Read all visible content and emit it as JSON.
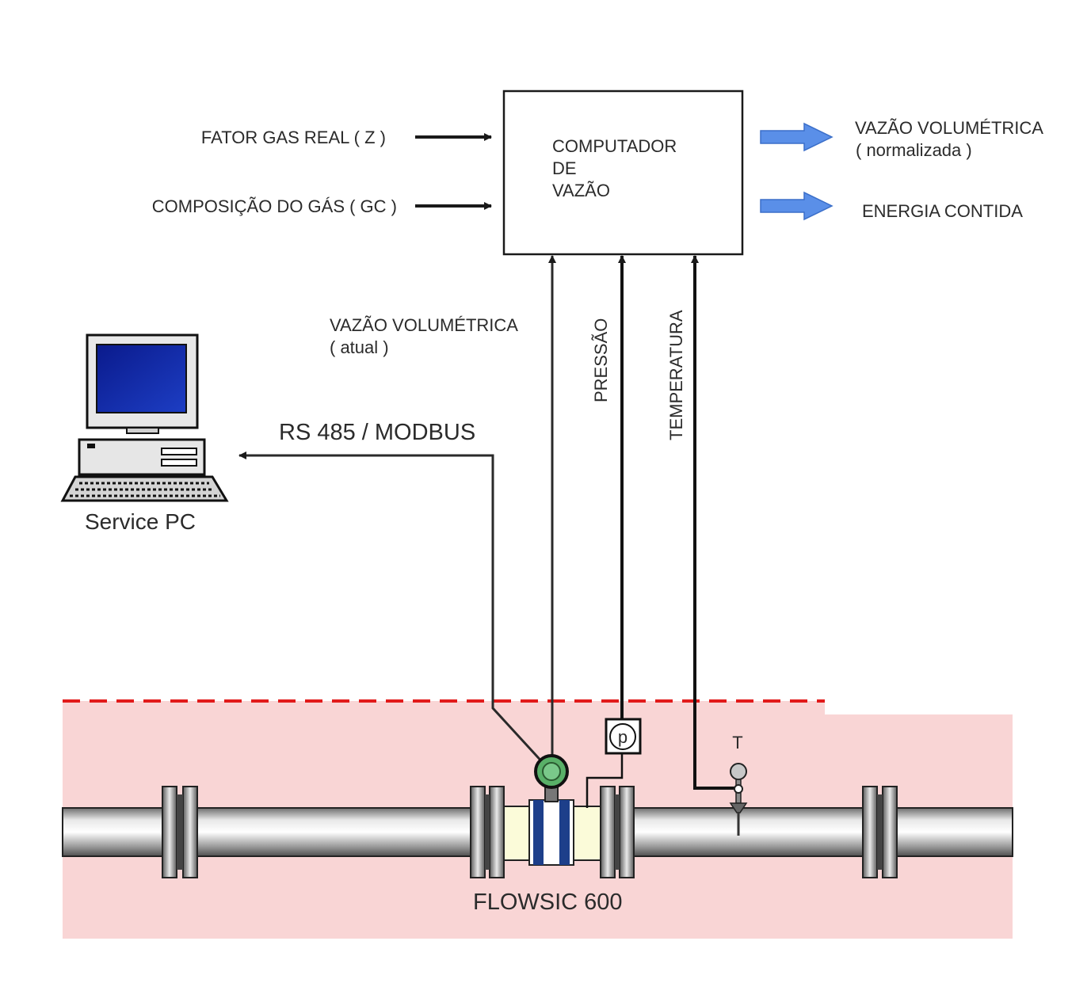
{
  "computer_box": {
    "line1": "COMPUTADOR",
    "line2": "DE",
    "line3": "VAZÃO"
  },
  "inputs": {
    "gas_factor": "FATOR GAS REAL ( Z )",
    "gas_composition": "COMPOSIÇÃO DO GÁS ( GC )"
  },
  "outputs": {
    "volumetric_flow_line1": "VAZÃO VOLUMÉTRICA",
    "volumetric_flow_line2": "( normalizada )",
    "energy": "ENERGIA CONTIDA"
  },
  "signals": {
    "actual_flow_line1": "VAZÃO  VOLUMÉTRICA",
    "actual_flow_line2": "( atual )",
    "pressure": "PRESSÃO",
    "temperature": "TEMPERATURA",
    "comm": "RS 485 / MODBUS"
  },
  "devices": {
    "service_pc": "Service PC",
    "meter": "FLOWSIC 600",
    "pressure_symbol": "p",
    "temperature_symbol": "T"
  },
  "colors": {
    "hazard_zone": "#f9d5d5",
    "hazard_line": "#e21b1b",
    "output_arrow": "#5a8fe8",
    "meter_blue": "#1d3f8a",
    "transducer_green": "#59b068"
  }
}
